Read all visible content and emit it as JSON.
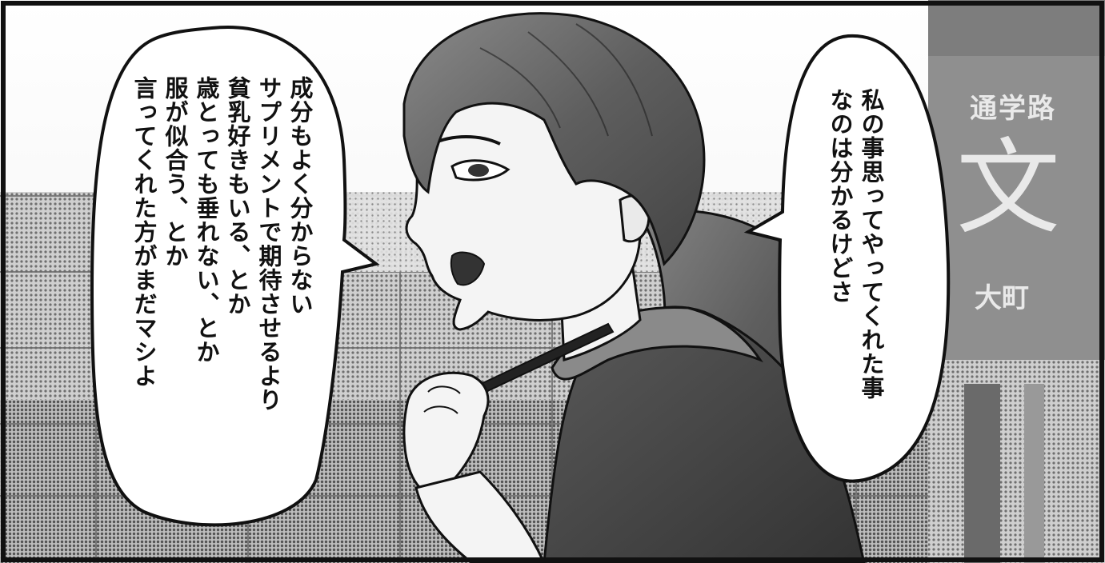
{
  "bubble_left": {
    "lines": [
      "成分もよく分からない",
      "サプリメントで期待させるより",
      "貧乳好きもいる、とか",
      "歳とっても垂れない、とか",
      "服が似合う、とか",
      "言ってくれた方がまだマシよ"
    ]
  },
  "bubble_right": {
    "lines": [
      "私の事思ってやってくれた事",
      "なのは分かるけどさ"
    ]
  },
  "sign": {
    "top": "通学路",
    "big": "文",
    "bottom": "大町"
  },
  "colors": {
    "panel_border": "#111111",
    "screentone": "#9a9a9a",
    "hair": "#6a6a6a",
    "uniform": "#4a4a4a",
    "skin": "#f4f4f4"
  }
}
